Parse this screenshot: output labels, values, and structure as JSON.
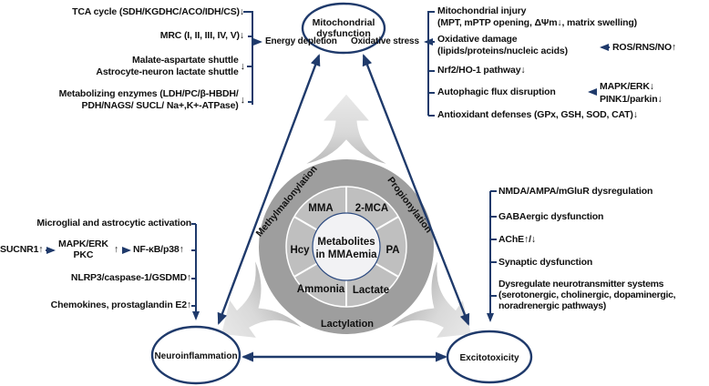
{
  "colors": {
    "navy": "#1f3a6b",
    "ring_outer_gray": "#9e9e9e",
    "ring_mid_gray": "#bfbfbf",
    "core_fill": "#f2f2f4",
    "arrow_gray_light": "#eaeaea",
    "arrow_gray_dark": "#bdbdbd"
  },
  "nodes": {
    "mitochondrial": {
      "line1": "Mitochondrial",
      "line2": "dysfunction"
    },
    "neuroinflammation": {
      "label": "Neuroinflammation"
    },
    "excitotoxicity": {
      "label": "Excitotoxicity"
    },
    "energy_tag": "Energy depletion",
    "oxidative_tag": "Oxidative stress"
  },
  "center": {
    "core": {
      "line1": "Metabolites",
      "line2": "in MMAemia"
    },
    "segments": {
      "mma": "MMA",
      "two_mca": "2-MCA",
      "hcy": "Hcy",
      "pa": "PA",
      "ammonia": "Ammonia",
      "lactate": "Lactate"
    },
    "ring": {
      "left": "Methylmalonylation",
      "right": "Propionylation",
      "bottom": "Lactylation"
    }
  },
  "mito_left": {
    "item1": "TCA cycle (SDH/KGDHC/ACO/IDH/CS)↓",
    "item2": "MRC (I, II, III, IV, V)↓",
    "item3_line1": "Malate-aspartate shuttle",
    "item3_line2": "Astrocyte-neuron lactate shuttle",
    "item3_mark": "↓",
    "item4_line1": "Metabolizing enzymes (LDH/PC/β-HBDH/",
    "item4_line2": "PDH/NAGS/ SUCL/ Na+,K+-ATPase)",
    "item4_mark": "↓"
  },
  "mito_right": {
    "item1_line1": "Mitochondrial injury",
    "item1_line2": "(MPT, mPTP opening, ΔΨm↓, matrix swelling)",
    "item2_line1": "Oxidative damage",
    "item2_line2": "(lipids/proteins/nucleic acids)",
    "item2_side": "ROS/RNS/NO↑",
    "item3": "Nrf2/HO-1 pathway↓",
    "item4": "Autophagic flux disruption",
    "item4_side1": "MAPK/ERK↓",
    "item4_side2": "PINK1/parkin↓",
    "item5": "Antioxidant defenses (GPx, GSH, SOD, CAT)↓"
  },
  "neuro_block": {
    "item1": "Microglial and astrocytic activation",
    "chain_a": "SUCNR1↑",
    "chain_b1": "MAPK/ERK",
    "chain_b2": "PKC",
    "chain_b_mark": "↑",
    "chain_c": "NF-κB/p38↑",
    "item3": "NLRP3/caspase-1/GSDMD↑",
    "item4": "Chemokines, prostaglandin E2↑"
  },
  "excito_block": {
    "item1": "NMDA/AMPA/mGluR dysregulation",
    "item2": "GABAergic dysfunction",
    "item3": "AChE↑/↓",
    "item4": "Synaptic dysfunction",
    "item5_line1": "Dysregulate neurotransmitter systems",
    "item5_line2": "(serotonergic, cholinergic, dopaminergic,",
    "item5_line3": "noradrenergic pathways)"
  }
}
